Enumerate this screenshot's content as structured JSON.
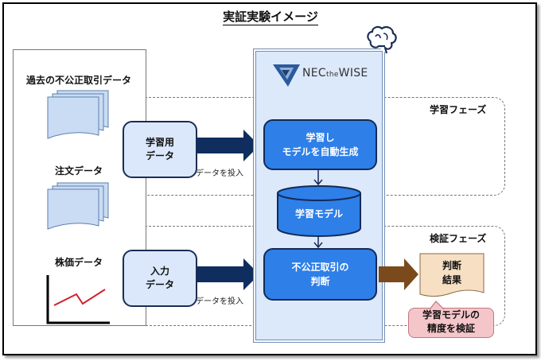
{
  "title": "実証実験イメージ",
  "sources": {
    "past_fraud": "過去の不公正取引データ",
    "orders": "注文データ",
    "stock_price": "株価データ"
  },
  "phases": {
    "learning": "学習フェーズ",
    "verification": "検証フェーズ"
  },
  "inputs": {
    "training_line1": "学習用",
    "training_line2": "データ",
    "input_line1": "入力",
    "input_line2": "データ"
  },
  "arrows": {
    "feed_label_1": "データを投入",
    "feed_label_2": "データを投入"
  },
  "engine": {
    "brand_main": "NEC",
    "brand_mid": "the",
    "brand_end": "WISE",
    "generate_line1": "学習し",
    "generate_line2": "モデルを自動生成",
    "model": "学習モデル",
    "judge_line1": "不公正取引の",
    "judge_line2": "判断"
  },
  "result": {
    "line1": "判断",
    "line2": "結果"
  },
  "callout": {
    "line1": "学習モデルの",
    "line2": "精度を検証"
  },
  "colors": {
    "blue_box": "#2e7fe8",
    "light_box": "#dbe8fb",
    "dark_arrow": "#0f2d5e",
    "brown_arrow": "#7a4a1c",
    "result_doc": "#f6dfc3",
    "callout_bg": "#f5c6c9",
    "chart_line": "#d0202a"
  }
}
